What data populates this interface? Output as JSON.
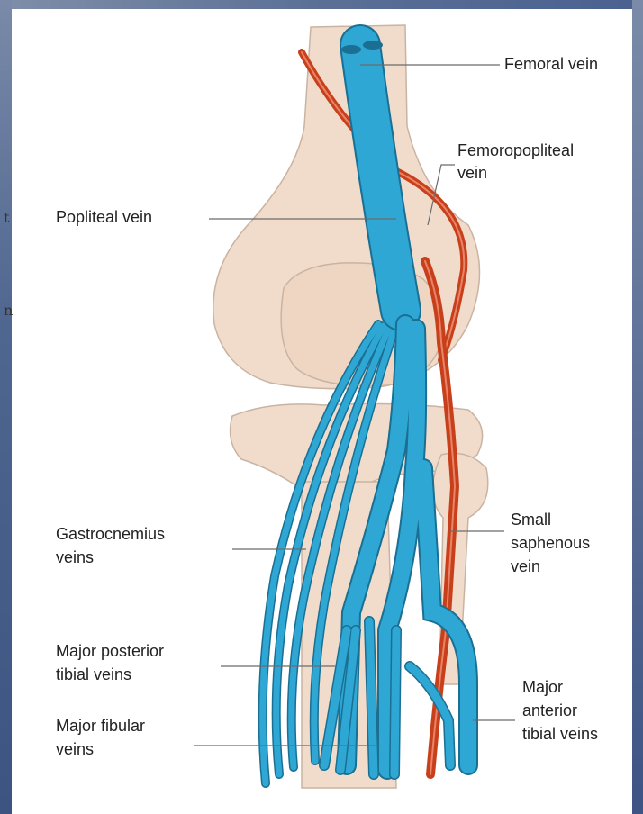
{
  "colors": {
    "bone": "#f1dccb",
    "bone_edge": "#c9b3a2",
    "deep_vein": "#2ea7d4",
    "deep_vein_edge": "#1a6f92",
    "superficial_vein": "#c8401b",
    "leader_line": "#6b6b6b"
  },
  "labels": {
    "femoral_vein": "Femoral vein",
    "femoropopliteal_vein_line1": "Femoropopliteal",
    "femoropopliteal_vein_line2": "vein",
    "popliteal_vein": "Popliteal vein",
    "gastrocnemius_veins_line1": "Gastrocnemius",
    "gastrocnemius_veins_line2": "veins",
    "small_saphenous_vein_line1": "Small",
    "small_saphenous_vein_line2": "saphenous",
    "small_saphenous_vein_line3": "vein",
    "major_posterior_tibial_veins_line1": "Major posterior",
    "major_posterior_tibial_veins_line2": "tibial veins",
    "major_fibular_veins_line1": "Major fibular",
    "major_fibular_veins_line2": "veins",
    "major_anterior_tibial_veins_line1": "Major",
    "major_anterior_tibial_veins_line2": "anterior",
    "major_anterior_tibial_veins_line3": "tibial veins"
  },
  "edge_fragments": {
    "glyph_1": "t",
    "glyph_2": "n"
  }
}
